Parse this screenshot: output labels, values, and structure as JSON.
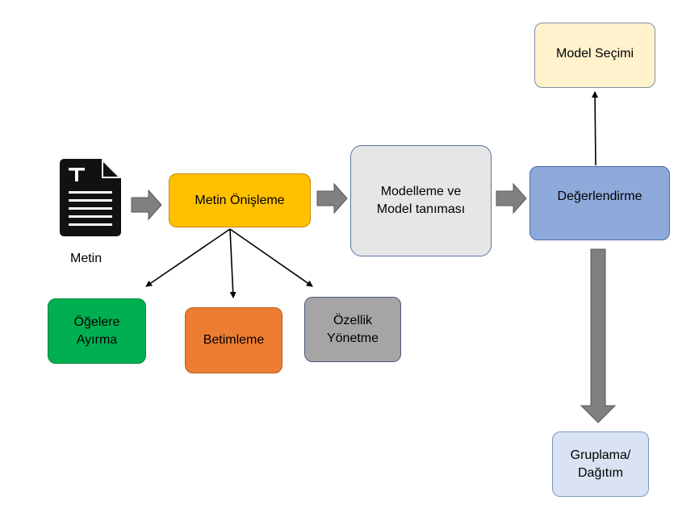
{
  "diagram": {
    "document": {
      "icon": "document-text-icon",
      "label": "Metin"
    },
    "nodes": {
      "preprocess": {
        "label": "Metin Önişleme",
        "color": "#ffc000"
      },
      "tokenize": {
        "line1": "Öğelere",
        "line2": "Ayırma",
        "color": "#00b050"
      },
      "describe": {
        "label": "Betimleme",
        "color": "#ed7d31"
      },
      "feature": {
        "line1": "Özellik",
        "line2": "Yönetme",
        "color": "#a5a5a5"
      },
      "modeling": {
        "line1": "Modelleme ve",
        "line2": "Model tanıması",
        "color": "#e6e6e6"
      },
      "evaluation": {
        "label": "Değerlendirme",
        "color": "#8eaadb"
      },
      "selection": {
        "label": "Model Seçimi",
        "color": "#fff2cc"
      },
      "clustering": {
        "line1": "Gruplama/",
        "line2": "Dağıtım",
        "color": "#dae3f3"
      }
    }
  }
}
